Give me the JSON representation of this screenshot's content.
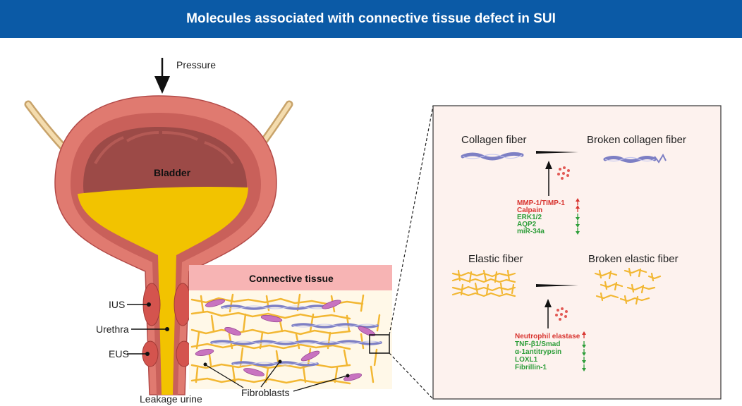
{
  "title": "Molecules associated with connective tissue defect in SUI",
  "labels": {
    "pressure": "Pressure",
    "bladder": "Bladder",
    "connective_tissue": "Connective tissue",
    "ius": "IUS",
    "urethra": "Urethra",
    "eus": "EUS",
    "leakage": "Leakage urine",
    "fibroblasts": "Fibroblasts"
  },
  "panel": {
    "collagen": "Collagen fiber",
    "broken_collagen": "Broken collagen fiber",
    "elastic": "Elastic fiber",
    "broken_elastic": "Broken elastic fiber",
    "collagen_molecules": [
      {
        "name": "MMP-1/TIMP-1",
        "direction": "up"
      },
      {
        "name": "Calpain",
        "direction": "up"
      },
      {
        "name": "ERK1/2",
        "direction": "down"
      },
      {
        "name": "AQP2",
        "direction": "down"
      },
      {
        "name": "miR-34a",
        "direction": "down"
      }
    ],
    "elastic_molecules": [
      {
        "name": "Neutrophil elastase",
        "direction": "up"
      },
      {
        "name": "TNF-β1/Smad",
        "direction": "down"
      },
      {
        "name": "α-1antitrypsin",
        "direction": "down"
      },
      {
        "name": "LOXL1",
        "direction": "down"
      },
      {
        "name": "Fibrillin-1",
        "direction": "down"
      }
    ]
  },
  "colors": {
    "header": "#0b5aa6",
    "up": "#d8342f",
    "down": "#2e9e3a",
    "urine": "#f2c300",
    "bladder_wall": "#e07a70",
    "connective_band": "#f7b4b4",
    "elastic": "#f2b733",
    "collagen": "#7d7fc4"
  }
}
